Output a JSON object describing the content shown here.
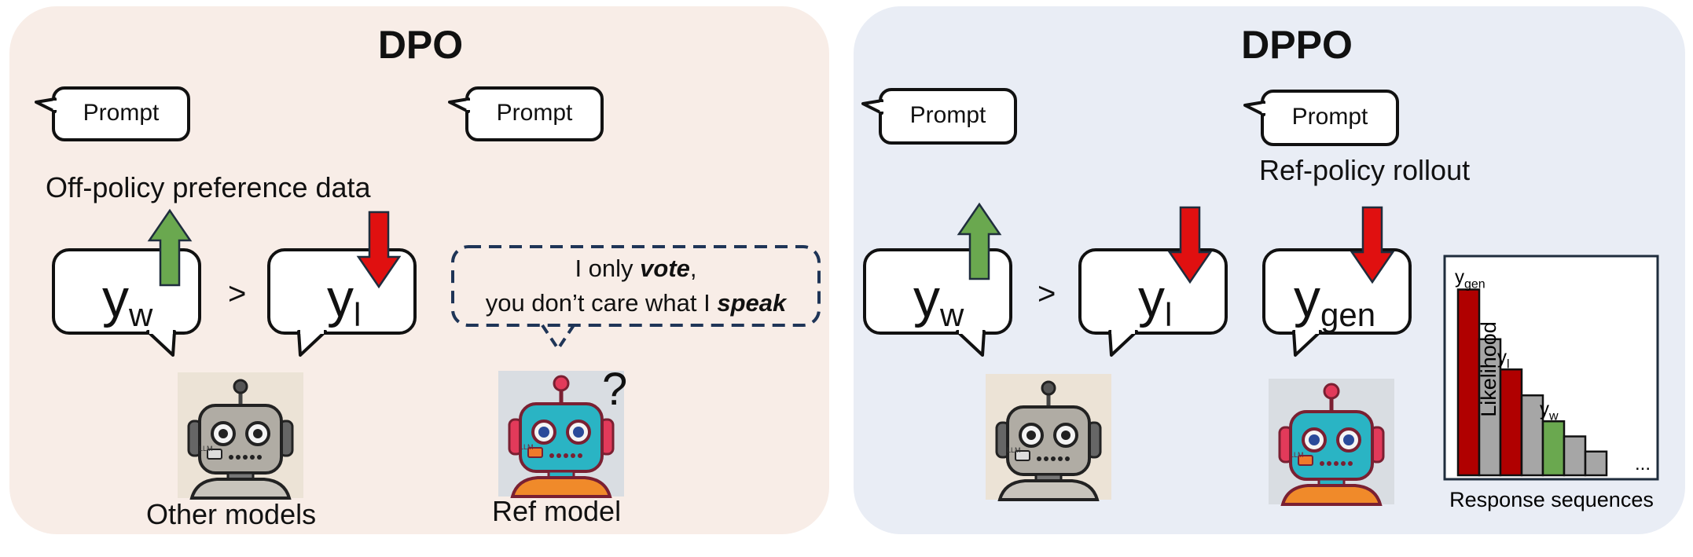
{
  "dpo": {
    "title": "DPO",
    "prompt_left": "Prompt",
    "prompt_right": "Prompt",
    "caption": "Off-policy preference data",
    "yw_main": "y",
    "yw_sub": "w",
    "yl_main": "y",
    "yl_sub": "l",
    "gt": ">",
    "thought_line1_pre": "I only ",
    "thought_line1_em": "vote",
    "thought_line1_post": ",",
    "thought_line2_pre": "you don’t care what I ",
    "thought_line2_em": "speak",
    "question": "?",
    "robot_label": "LLM",
    "other_models": "Other models",
    "ref_model": "Ref model"
  },
  "dppo": {
    "title": "DPPO",
    "prompt_left": "Prompt",
    "prompt_right": "Prompt",
    "caption": "Ref-policy rollout",
    "yw_main": "y",
    "yw_sub": "w",
    "yl_main": "y",
    "yl_sub": "l",
    "ygen_main": "y",
    "ygen_sub": "gen",
    "gt": ">",
    "robot_label": "LLM"
  },
  "colors": {
    "up_arrow": "#6aa84f",
    "down_arrow": "#e01010",
    "dark_red_bar": "#b00000",
    "gray_bar": "#a6a6a6",
    "green_bar": "#6aa84f",
    "dpo_background": "#f8ede7",
    "dppo_background": "#e9edf5"
  },
  "chart_data": {
    "type": "bar",
    "xlabel": "Response sequences",
    "ylabel": "Likelihood",
    "values": [
      0.86,
      0.63,
      0.49,
      0.37,
      0.25,
      0.18,
      0.11
    ],
    "bar_colors": [
      "dark_red",
      "gray",
      "dark_red",
      "gray",
      "green",
      "gray",
      "gray"
    ],
    "bar_labels": [
      {
        "index": 0,
        "main": "y",
        "sub": "gen"
      },
      {
        "index": 2,
        "main": "y",
        "sub": "l"
      },
      {
        "index": 4,
        "main": "y",
        "sub": "w"
      }
    ],
    "trailing_text": "...",
    "ylim": [
      0,
      1
    ]
  }
}
